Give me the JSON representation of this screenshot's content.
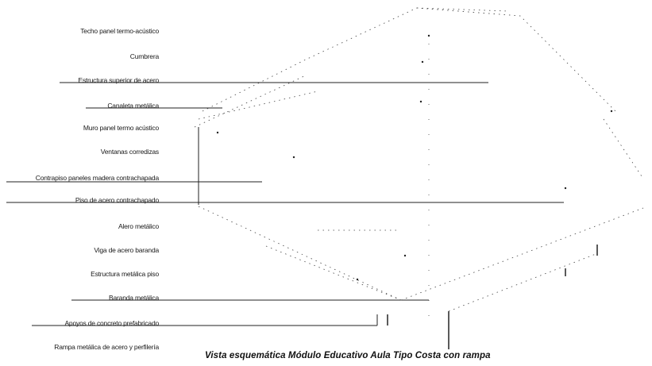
{
  "diagram": {
    "caption": "Vista esquemática Módulo Educativo Aula Tipo Costa con rampa",
    "labels": [
      "Techo panel termo-acústico",
      "Cumbrera",
      "Estructura superior de acero",
      "Canaleta metálica",
      "Muro panel termo acústico",
      "Ventanas corredizas",
      "Contrapiso paneles madera contrachapada",
      "Piso de acero contrachapado",
      "Alero metálico",
      "Viga de acero baranda",
      "Estructura metálica piso",
      "Baranda metálica",
      "Apoyos de concreto prefabricado",
      "Rampa metálica de acero y perfilería"
    ]
  }
}
